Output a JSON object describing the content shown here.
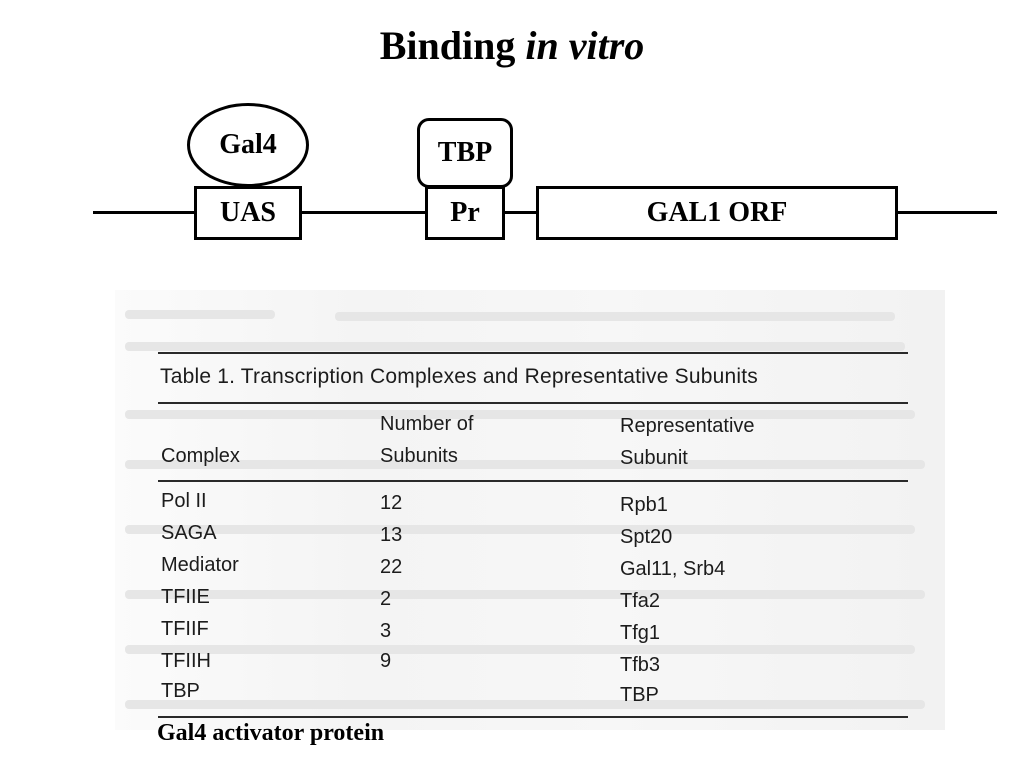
{
  "title": {
    "main": "Binding ",
    "italic": "in vitro"
  },
  "diagram": {
    "activator": "Gal4",
    "tbp": "TBP",
    "uas": "UAS",
    "promoter": "Pr",
    "orf": "GAL1 ORF"
  },
  "table": {
    "caption": "Table 1.  Transcription Complexes and Representative Subunits",
    "headers": {
      "complex": "Complex",
      "number_line1": "Number of",
      "number_line2": "Subunits",
      "rep_line1": "Representative",
      "rep_line2": "Subunit"
    },
    "rows": [
      {
        "complex": "Pol II",
        "number": "12",
        "subunit": "Rpb1"
      },
      {
        "complex": "SAGA",
        "number": "13",
        "subunit": "Spt20"
      },
      {
        "complex": "Mediator",
        "number": "22",
        "subunit": "Gal11, Srb4"
      },
      {
        "complex": "TFIIE",
        "number": "2",
        "subunit": "Tfa2"
      },
      {
        "complex": "TFIIF",
        "number": "3",
        "subunit": "Tfg1"
      },
      {
        "complex": "TFIIH",
        "number": "9",
        "subunit": "Tfb3"
      },
      {
        "complex": "TBP",
        "number": "",
        "subunit": "TBP"
      }
    ]
  },
  "footer": "Gal4 activator protein"
}
